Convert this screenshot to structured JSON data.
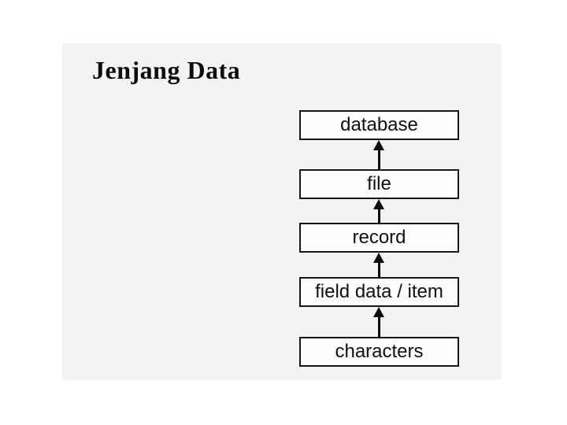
{
  "slide": {
    "title": "Jenjang Data"
  },
  "diagram": {
    "type": "hierarchy-flow",
    "direction": "bottom-to-top",
    "connector": "up-arrow",
    "levels": [
      {
        "label": "database"
      },
      {
        "label": "file"
      },
      {
        "label": "record"
      },
      {
        "label": "field data / item"
      },
      {
        "label": "characters"
      }
    ]
  },
  "colors": {
    "page_background": "#ffffff",
    "slide_background": "#f3f3f3",
    "box_fill": "#fcfcfc",
    "box_border": "#161616",
    "arrow": "#0b0b0b",
    "text": "#111111",
    "title_text": "#0d0d0d"
  }
}
